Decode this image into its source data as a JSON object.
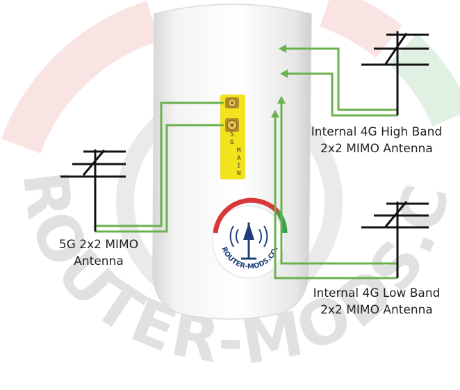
{
  "watermark": {
    "text": "ROUTER-MODS.CO.UK",
    "color": "#b9b9b9",
    "accent_red": "#e05050",
    "accent_green": "#3aa04a"
  },
  "device": {
    "connector_label": "5G MAIN",
    "badge_text": "ROUTER-MODS.CO.UK",
    "label_color": "#f2e31d",
    "connector_color": "#c8a032"
  },
  "antennas": [
    {
      "id": "5g",
      "line1": "5G 2x2 MIMO",
      "line2": "Antenna"
    },
    {
      "id": "4g-high",
      "line1": "Internal 4G High Band",
      "line2": "2x2 MIMO Antenna"
    },
    {
      "id": "4g-low",
      "line1": "Internal 4G Low Band",
      "line2": "2x2 MIMO Antenna"
    }
  ],
  "colors": {
    "wire": "#6ab04c",
    "antenna": "#111111"
  }
}
